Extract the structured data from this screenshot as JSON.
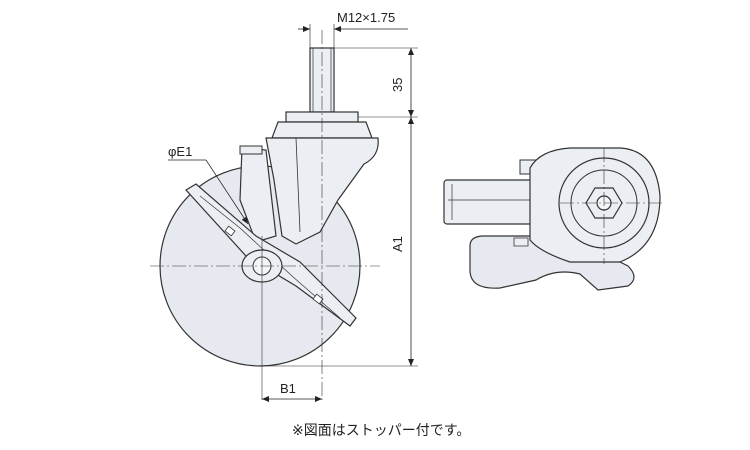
{
  "labels": {
    "thread": "M12×1.75",
    "height_stem": "35",
    "total_height": "A1",
    "wheel_diameter": "φE1",
    "offset": "B1"
  },
  "note": "※図面はストッパー付です。",
  "colors": {
    "line": "#333333",
    "fill": "#ebeef3",
    "wheel": "#e6e9ef",
    "dim": "#222222"
  }
}
